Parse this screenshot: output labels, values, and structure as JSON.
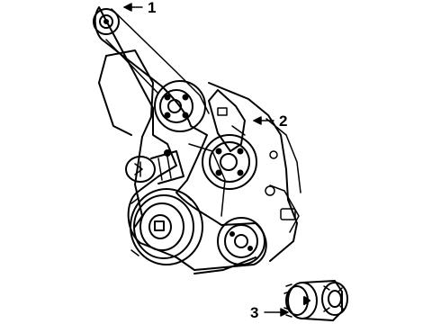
{
  "diagram": {
    "callouts": [
      {
        "id": "c1",
        "label": "1",
        "part": "serpentine-belt"
      },
      {
        "id": "c2",
        "label": "2",
        "part": "accessory-bracket"
      },
      {
        "id": "c3",
        "label": "3",
        "part": "belt-tensioner"
      }
    ],
    "colors": {
      "line": "#000000",
      "fill": "#ffffff"
    }
  }
}
